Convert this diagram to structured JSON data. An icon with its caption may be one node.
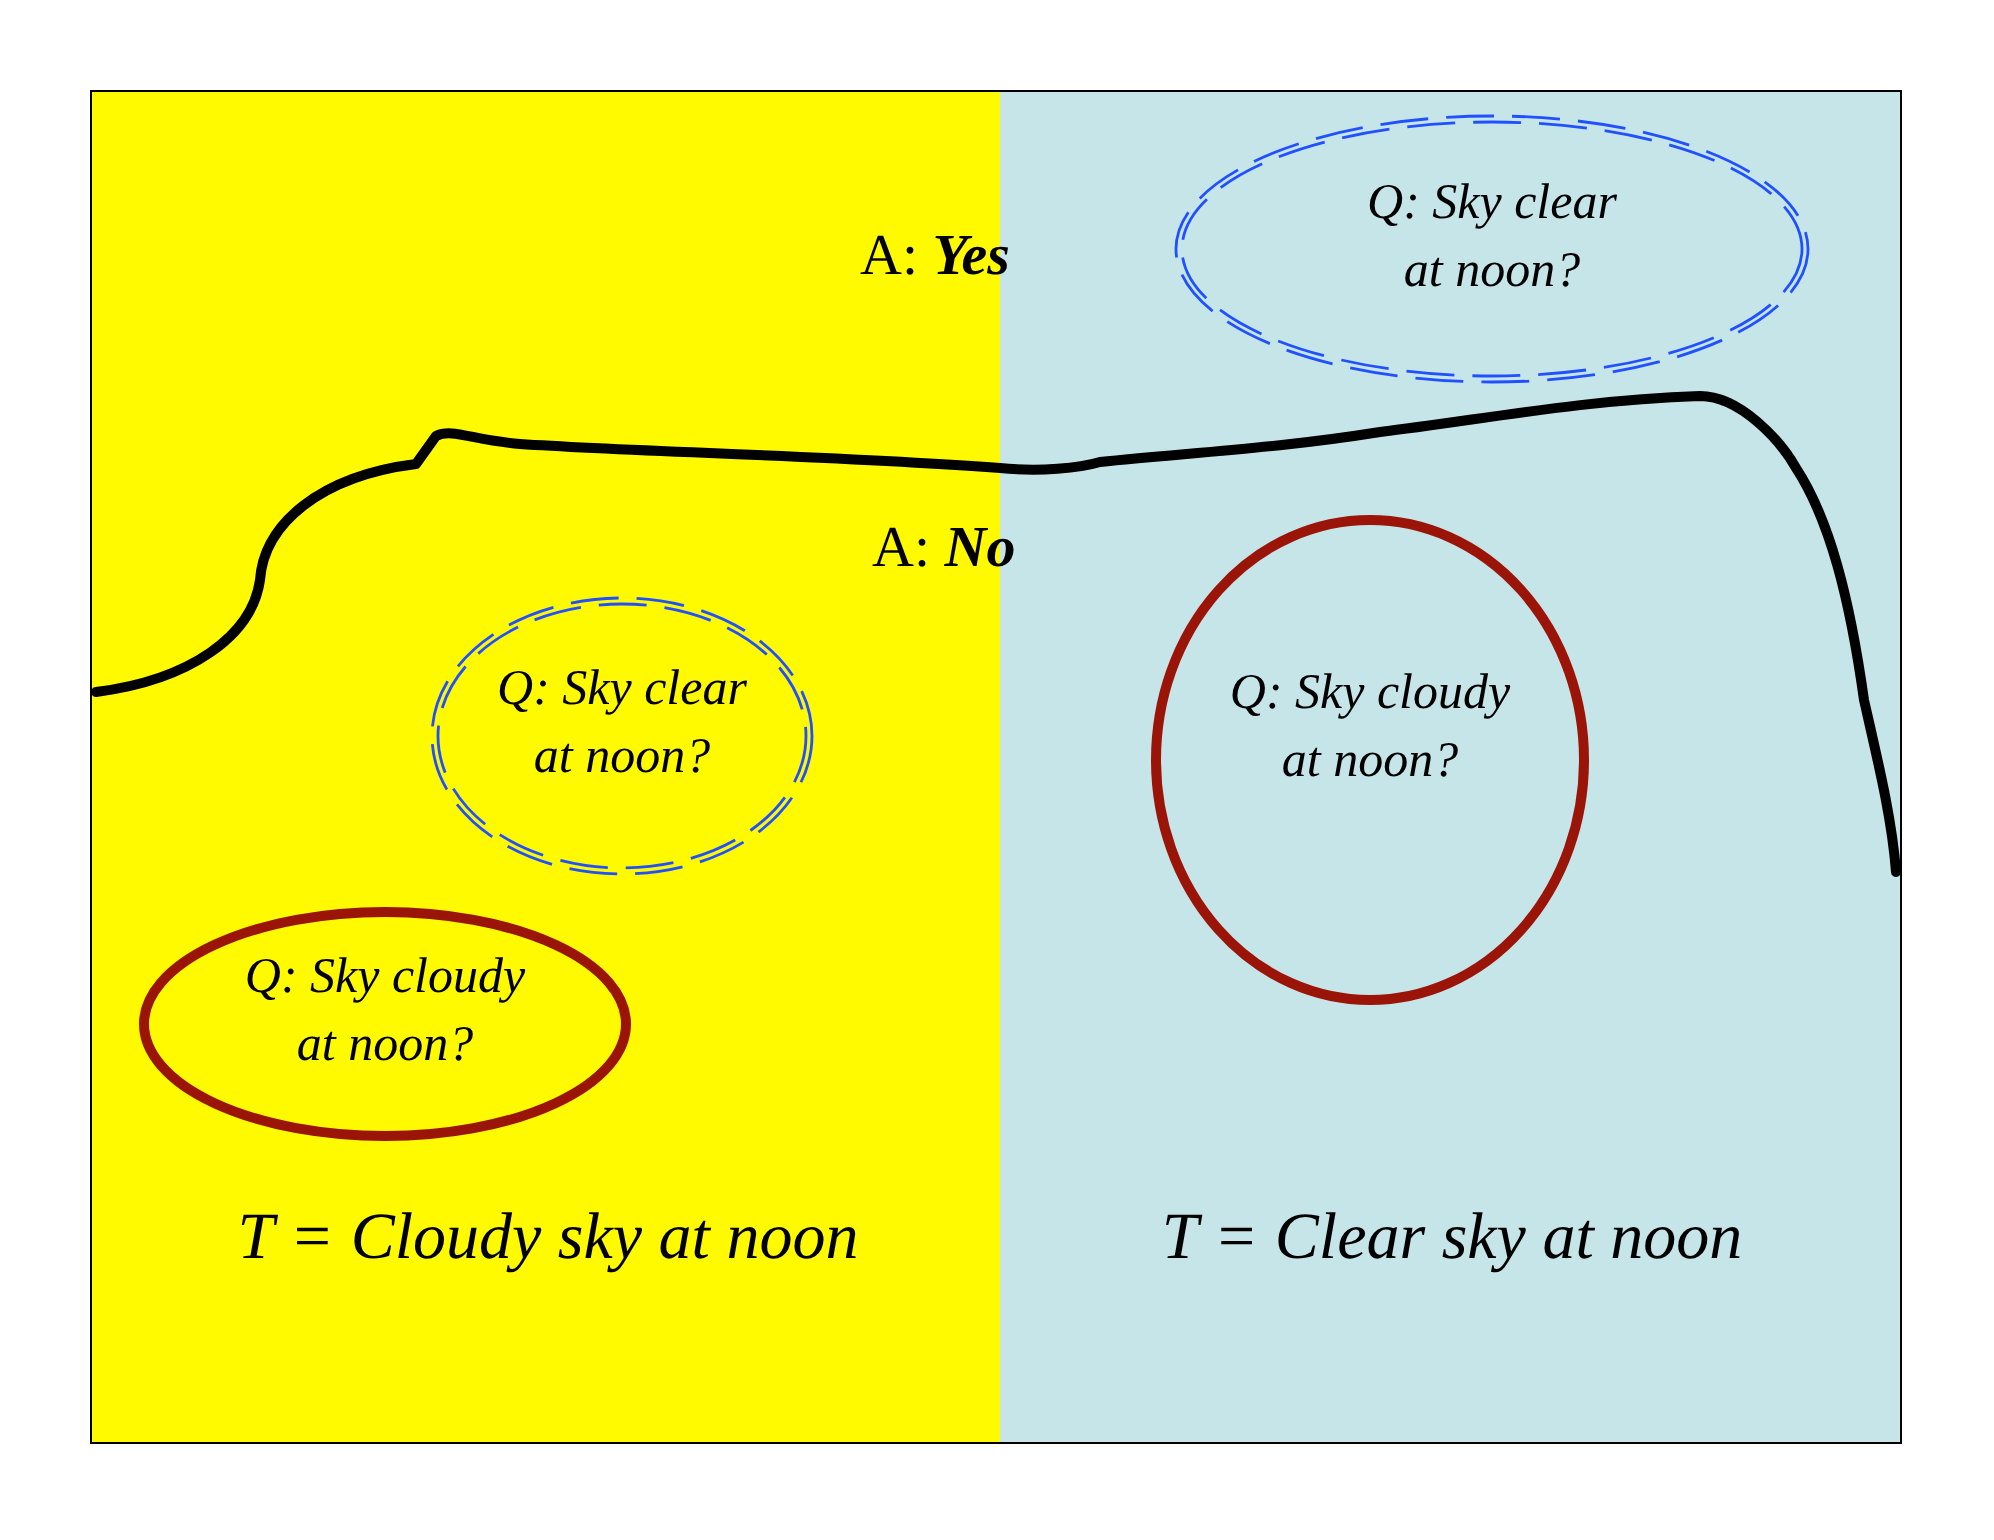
{
  "diagram": {
    "nodes": [
      {
        "text": [
          "T = Cloudy sky at noon"
        ]
      },
      {
        "text": [
          "Q: Sky clear at noon?"
        ],
        "in": 0
      },
      {
        "text": [
          "Q: Sky cloudy at noon?"
        ],
        "in": 0
      },
      {
        "text": [
          "T = Clear sky at noon"
        ]
      },
      {
        "text": [
          "Q: Sky clear at noon?"
        ],
        "in": 3
      },
      {
        "text": [
          "Q: Sky cloudy at noon?"
        ],
        "in": 3
      }
    ],
    "labels": [
      "A: **Yes**",
      "A: **No**"
    ]
  }
}
